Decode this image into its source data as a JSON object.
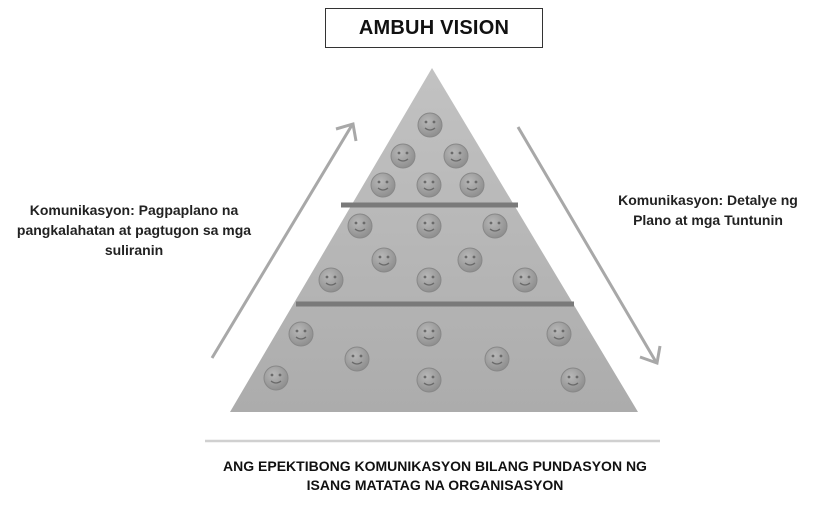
{
  "title": "AMBUH VISION",
  "left_label": "Komunikasyon: Pagpaplano na pangkalahatan at pagtugon sa mga suliranin",
  "right_label": "Komunikasyon: Detalye ng Plano at mga Tuntunin",
  "caption": "ANG EPEKTIBONG KOMUNIKASYON BILANG PUNDASYON NG ISANG MATATAG NA ORGANISASYON",
  "colors": {
    "pyramid": "#b5b5b5",
    "divider": "#7a7a7a",
    "face": "#9e9e9e",
    "arrow": "#a8a8a8"
  },
  "icons": [
    "smiley-face-icon",
    "arrow-up-right-icon",
    "arrow-down-right-icon"
  ]
}
